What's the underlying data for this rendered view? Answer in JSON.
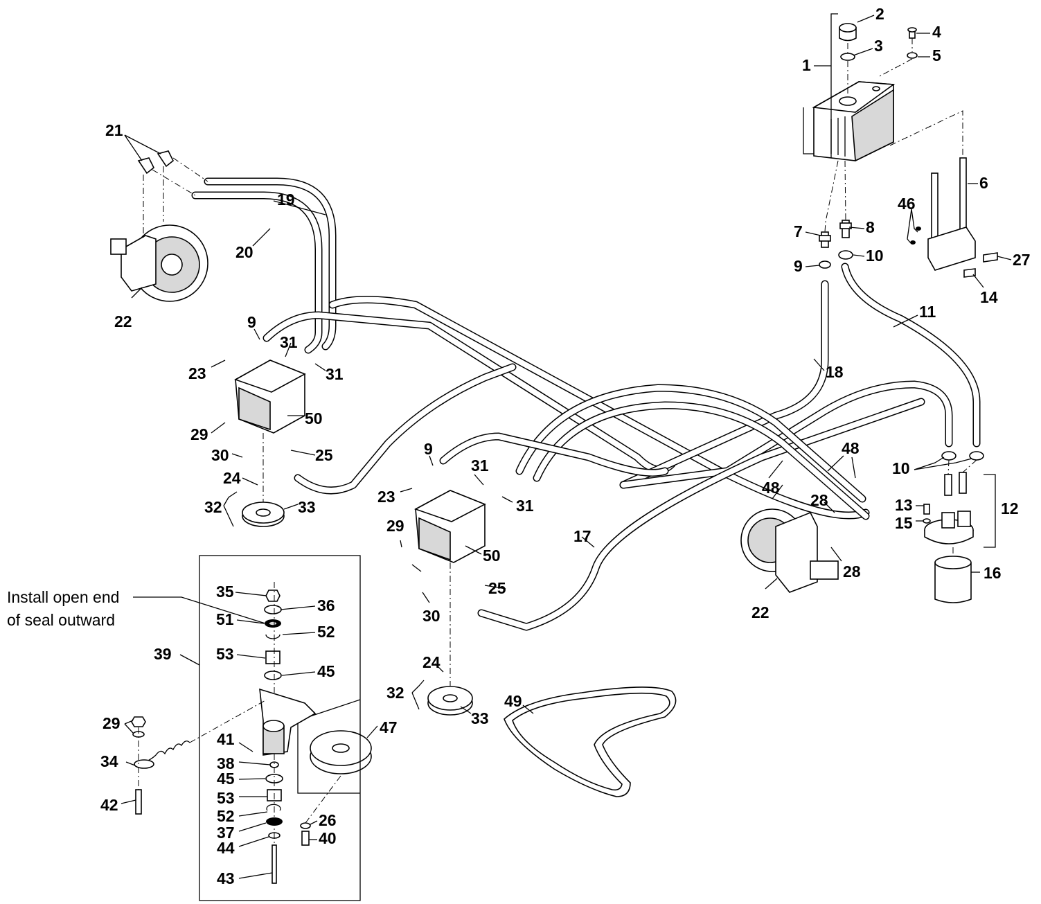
{
  "note": {
    "line1": "Install open end",
    "line2": "of seal outward"
  },
  "callouts": [
    {
      "id": "c-1",
      "text": "1"
    },
    {
      "id": "c-2",
      "text": "2"
    },
    {
      "id": "c-3",
      "text": "3"
    },
    {
      "id": "c-4",
      "text": "4"
    },
    {
      "id": "c-5",
      "text": "5"
    },
    {
      "id": "c-6",
      "text": "6"
    },
    {
      "id": "c-7",
      "text": "7"
    },
    {
      "id": "c-8",
      "text": "8"
    },
    {
      "id": "c-9a",
      "text": "9"
    },
    {
      "id": "c-9b",
      "text": "9"
    },
    {
      "id": "c-9c",
      "text": "9"
    },
    {
      "id": "c-10a",
      "text": "10"
    },
    {
      "id": "c-10b",
      "text": "10"
    },
    {
      "id": "c-11",
      "text": "11"
    },
    {
      "id": "c-12",
      "text": "12"
    },
    {
      "id": "c-13",
      "text": "13"
    },
    {
      "id": "c-14",
      "text": "14"
    },
    {
      "id": "c-15",
      "text": "15"
    },
    {
      "id": "c-16",
      "text": "16"
    },
    {
      "id": "c-17",
      "text": "17"
    },
    {
      "id": "c-18",
      "text": "18"
    },
    {
      "id": "c-19",
      "text": "19"
    },
    {
      "id": "c-20",
      "text": "20"
    },
    {
      "id": "c-21",
      "text": "21"
    },
    {
      "id": "c-22a",
      "text": "22"
    },
    {
      "id": "c-22b",
      "text": "22"
    },
    {
      "id": "c-23a",
      "text": "23"
    },
    {
      "id": "c-23b",
      "text": "23"
    },
    {
      "id": "c-24a",
      "text": "24"
    },
    {
      "id": "c-24b",
      "text": "24"
    },
    {
      "id": "c-25a",
      "text": "25"
    },
    {
      "id": "c-25b",
      "text": "25"
    },
    {
      "id": "c-26",
      "text": "26"
    },
    {
      "id": "c-27",
      "text": "27"
    },
    {
      "id": "c-28a",
      "text": "28"
    },
    {
      "id": "c-28b",
      "text": "28"
    },
    {
      "id": "c-29a",
      "text": "29"
    },
    {
      "id": "c-29b",
      "text": "29"
    },
    {
      "id": "c-29c",
      "text": "29"
    },
    {
      "id": "c-30a",
      "text": "30"
    },
    {
      "id": "c-30b",
      "text": "30"
    },
    {
      "id": "c-31a",
      "text": "31"
    },
    {
      "id": "c-31b",
      "text": "31"
    },
    {
      "id": "c-31c",
      "text": "31"
    },
    {
      "id": "c-31d",
      "text": "31"
    },
    {
      "id": "c-32a",
      "text": "32"
    },
    {
      "id": "c-32b",
      "text": "32"
    },
    {
      "id": "c-33a",
      "text": "33"
    },
    {
      "id": "c-33b",
      "text": "33"
    },
    {
      "id": "c-34",
      "text": "34"
    },
    {
      "id": "c-35",
      "text": "35"
    },
    {
      "id": "c-36",
      "text": "36"
    },
    {
      "id": "c-37",
      "text": "37"
    },
    {
      "id": "c-38",
      "text": "38"
    },
    {
      "id": "c-39",
      "text": "39"
    },
    {
      "id": "c-40",
      "text": "40"
    },
    {
      "id": "c-41",
      "text": "41"
    },
    {
      "id": "c-42",
      "text": "42"
    },
    {
      "id": "c-43",
      "text": "43"
    },
    {
      "id": "c-44",
      "text": "44"
    },
    {
      "id": "c-45a",
      "text": "45"
    },
    {
      "id": "c-45b",
      "text": "45"
    },
    {
      "id": "c-46",
      "text": "46"
    },
    {
      "id": "c-47",
      "text": "47"
    },
    {
      "id": "c-48a",
      "text": "48"
    },
    {
      "id": "c-48b",
      "text": "48"
    },
    {
      "id": "c-49",
      "text": "49"
    },
    {
      "id": "c-50a",
      "text": "50"
    },
    {
      "id": "c-50b",
      "text": "50"
    },
    {
      "id": "c-51",
      "text": "51"
    },
    {
      "id": "c-52a",
      "text": "52"
    },
    {
      "id": "c-52b",
      "text": "52"
    },
    {
      "id": "c-53a",
      "text": "53"
    },
    {
      "id": "c-53b",
      "text": "53"
    }
  ]
}
